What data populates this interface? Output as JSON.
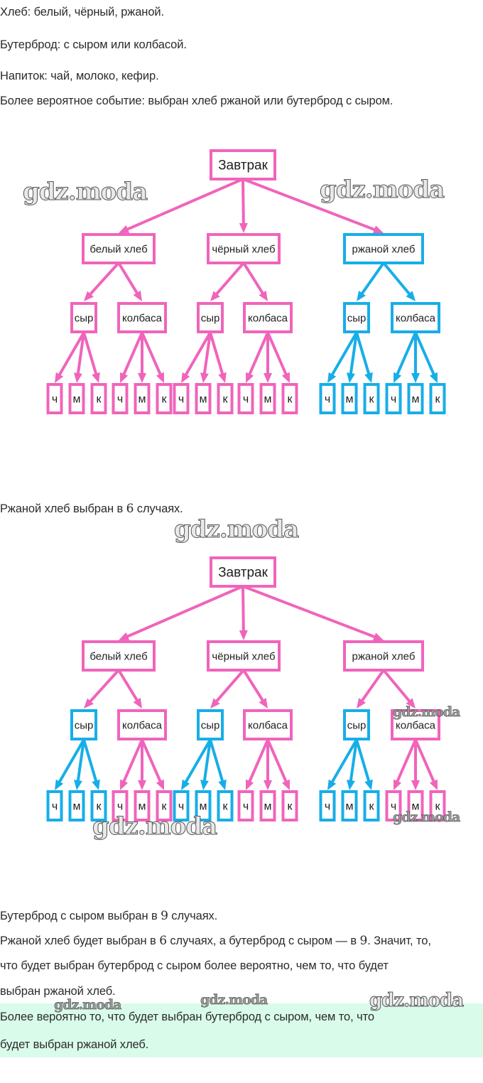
{
  "intro": {
    "bread": "Хлеб: белый, чёрный, ржаной.",
    "sandwich": "Бутерброд: с сыром или колбасой.",
    "drink": "Напиток: чай, молоко, кефир.",
    "likely_event": "Более вероятное событие: выбран хлеб ржаной или бутерброд с сыром."
  },
  "colors": {
    "pink": "#f064bb",
    "blue": "#17aee8",
    "answer_bg": "#d9fbea"
  },
  "tree": {
    "root": "Завтрак",
    "breads": [
      "белый хлеб",
      "чёрный хлеб",
      "ржаной хлеб"
    ],
    "fillings": [
      "сыр",
      "колбаса"
    ],
    "drinks": [
      "ч",
      "м",
      "к"
    ]
  },
  "diagram1": {
    "caption_prefix": "Ржаной хлеб выбран в ",
    "count": "6",
    "caption_suffix": " случаях.",
    "highlight": "rye-bread-branch"
  },
  "diagram2": {
    "caption_prefix": "Бутерброд с сыром выбран в ",
    "count": "9",
    "caption_suffix": " случаях.",
    "highlight": "cheese-branches"
  },
  "conclusion": {
    "p1_a": "Ржаной хлеб будет выбран в ",
    "p1_n1": "6",
    "p1_b": " случаях, а бутерброд с сыром — в ",
    "p1_n2": "9",
    "p1_c": ". Значит, то,",
    "line2": "что будет выбран бутерброд с сыром более вероятно, чем то, что будет",
    "line3": "выбран ржаной хлеб."
  },
  "answer": {
    "line1": "Более вероятно то, что будет выбран бутерброд с сыром, чем то, что",
    "line2": "будет выбран ржаной хлеб."
  },
  "watermark": "gdz.moda"
}
